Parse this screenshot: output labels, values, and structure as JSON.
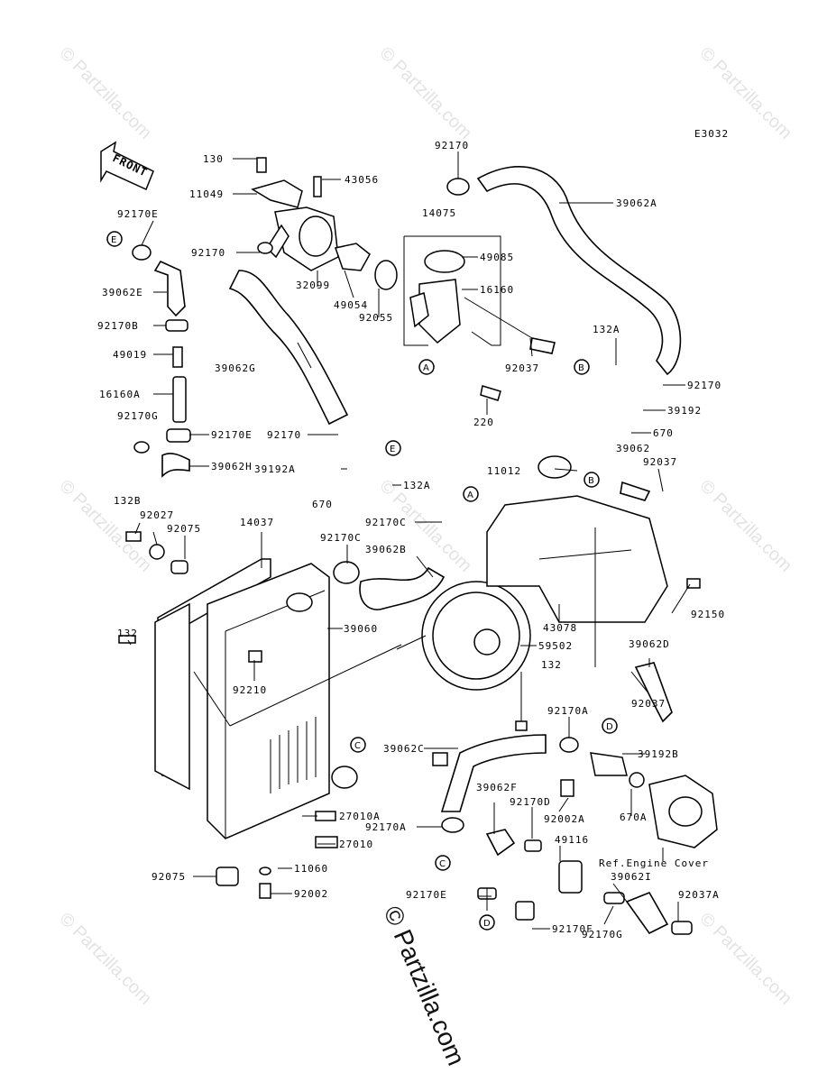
{
  "diagram": {
    "code": "E3032",
    "front_label": "FRONT",
    "reference_note": "Ref.Engine Cover",
    "watermark": "© Partzilla.com",
    "callouts": [
      "A",
      "B",
      "C",
      "D",
      "E"
    ],
    "part_labels": [
      "130",
      "11049",
      "43056",
      "92170",
      "14075",
      "39062A",
      "92170E",
      "39062E",
      "92170B",
      "49019",
      "16160A",
      "92170G",
      "39062H",
      "92170",
      "32099",
      "49054",
      "92055",
      "49085",
      "16160",
      "92037",
      "132A",
      "92170",
      "39192",
      "670",
      "39062G",
      "220",
      "92170E",
      "92170",
      "39192A",
      "670",
      "132A",
      "92170C",
      "11012",
      "39062",
      "92037",
      "132B",
      "92027",
      "92075",
      "14037",
      "92170C",
      "39062B",
      "43078",
      "92150",
      "132",
      "39060",
      "59502",
      "132",
      "39062D",
      "92210",
      "92037",
      "92170A",
      "39192B",
      "39062C",
      "39062F",
      "92170D",
      "92002A",
      "670A",
      "27010A",
      "92170A",
      "49116",
      "27010",
      "11060",
      "92075",
      "92002",
      "92170E",
      "92170F",
      "39062I",
      "92037A",
      "92170G"
    ]
  }
}
